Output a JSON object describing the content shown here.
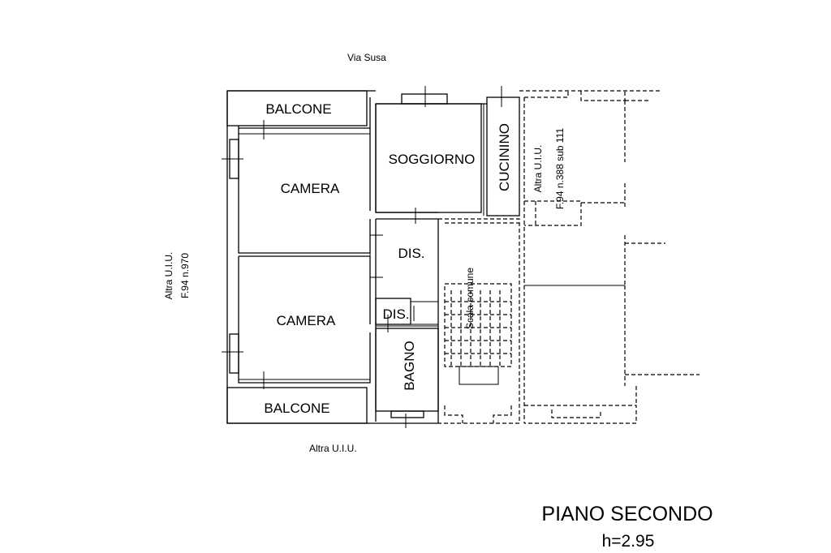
{
  "street_label": "Via Susa",
  "left_label_line1": "Altra U.I.U.",
  "left_label_line2": "F.94 n.970",
  "bottom_label": "Altra U.I.U.",
  "right_label_line1": "Altra U.I.U.",
  "right_label_line2": "F.94 n.388 sub 111",
  "rooms": {
    "balcone_top": "BALCONE",
    "balcone_bottom": "BALCONE",
    "camera_top": "CAMERA",
    "camera_bottom": "CAMERA",
    "soggiorno": "SOGGIORNO",
    "cucinino": "CUCININO",
    "dis_1": "DIS.",
    "dis_2": "DIS.",
    "bagno": "BAGNO",
    "scala_comune": "Scala comune"
  },
  "floor_title": "PIANO SECONDO",
  "floor_height": "h=2.95"
}
